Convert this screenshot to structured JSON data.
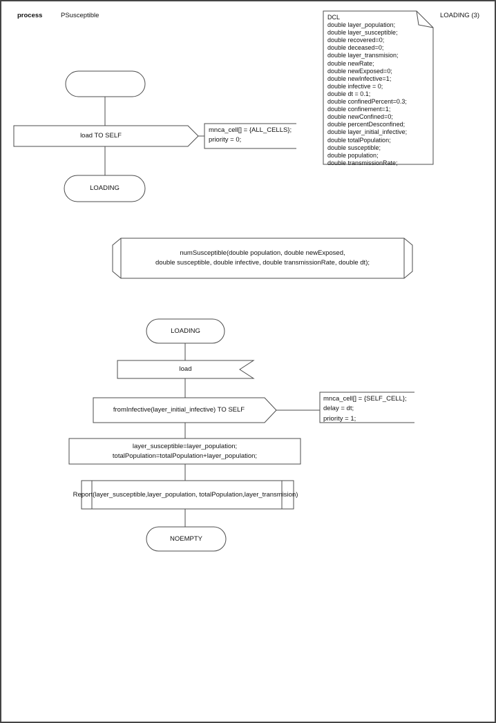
{
  "header": {
    "kind_label": "process",
    "process_name": "PSusceptible",
    "page_label": "LOADING (3)"
  },
  "colors": {
    "background": "#ffffff",
    "line": "#4b4b4b",
    "text": "#111111"
  },
  "dcl": {
    "lines": [
      "DCL",
      "double layer_population;",
      "double layer_susceptible;",
      "double recovered=0;",
      "double deceased=0;",
      "double layer_transmision;",
      "double newRate;",
      "double newExposed=0;",
      "double newInfective=1;",
      "double infective = 0;",
      "double dt = 0.1;",
      "double confinedPercent=0.3;",
      "double confinement=1;",
      "double newConfined=0;",
      "double percentDesconfined;",
      "double layer_initial_infective;",
      "double totalPopulation;",
      "double susceptible;",
      "double population;",
      "double transmissionRate;"
    ]
  },
  "flow_top": {
    "output_load_to_self": "load TO SELF",
    "annotation1_lines": [
      "mnca_cell[] = {ALL_CELLS};",
      "priority = 0;"
    ],
    "state_loading": "LOADING"
  },
  "procedure": {
    "lines": [
      "numSusceptible(double population, double newExposed,",
      "double susceptible, double infective, double transmissionRate, double dt);"
    ]
  },
  "flow_main": {
    "state_loading": "LOADING",
    "input_load": "load",
    "output_from_infective": "fromInfective(layer_initial_infective) TO SELF",
    "annotation2_lines": [
      "mnca_cell[] = {SELF_CELL};",
      "delay = dt;",
      "priority = 1;"
    ],
    "task_lines": [
      "layer_susceptible=layer_population;",
      "totalPopulation=totalPopulation+layer_population;"
    ],
    "report_call": "Report(layer_susceptible,layer_population, totalPopulation,layer_transmision)",
    "state_noempty": "NOEMPTY"
  }
}
